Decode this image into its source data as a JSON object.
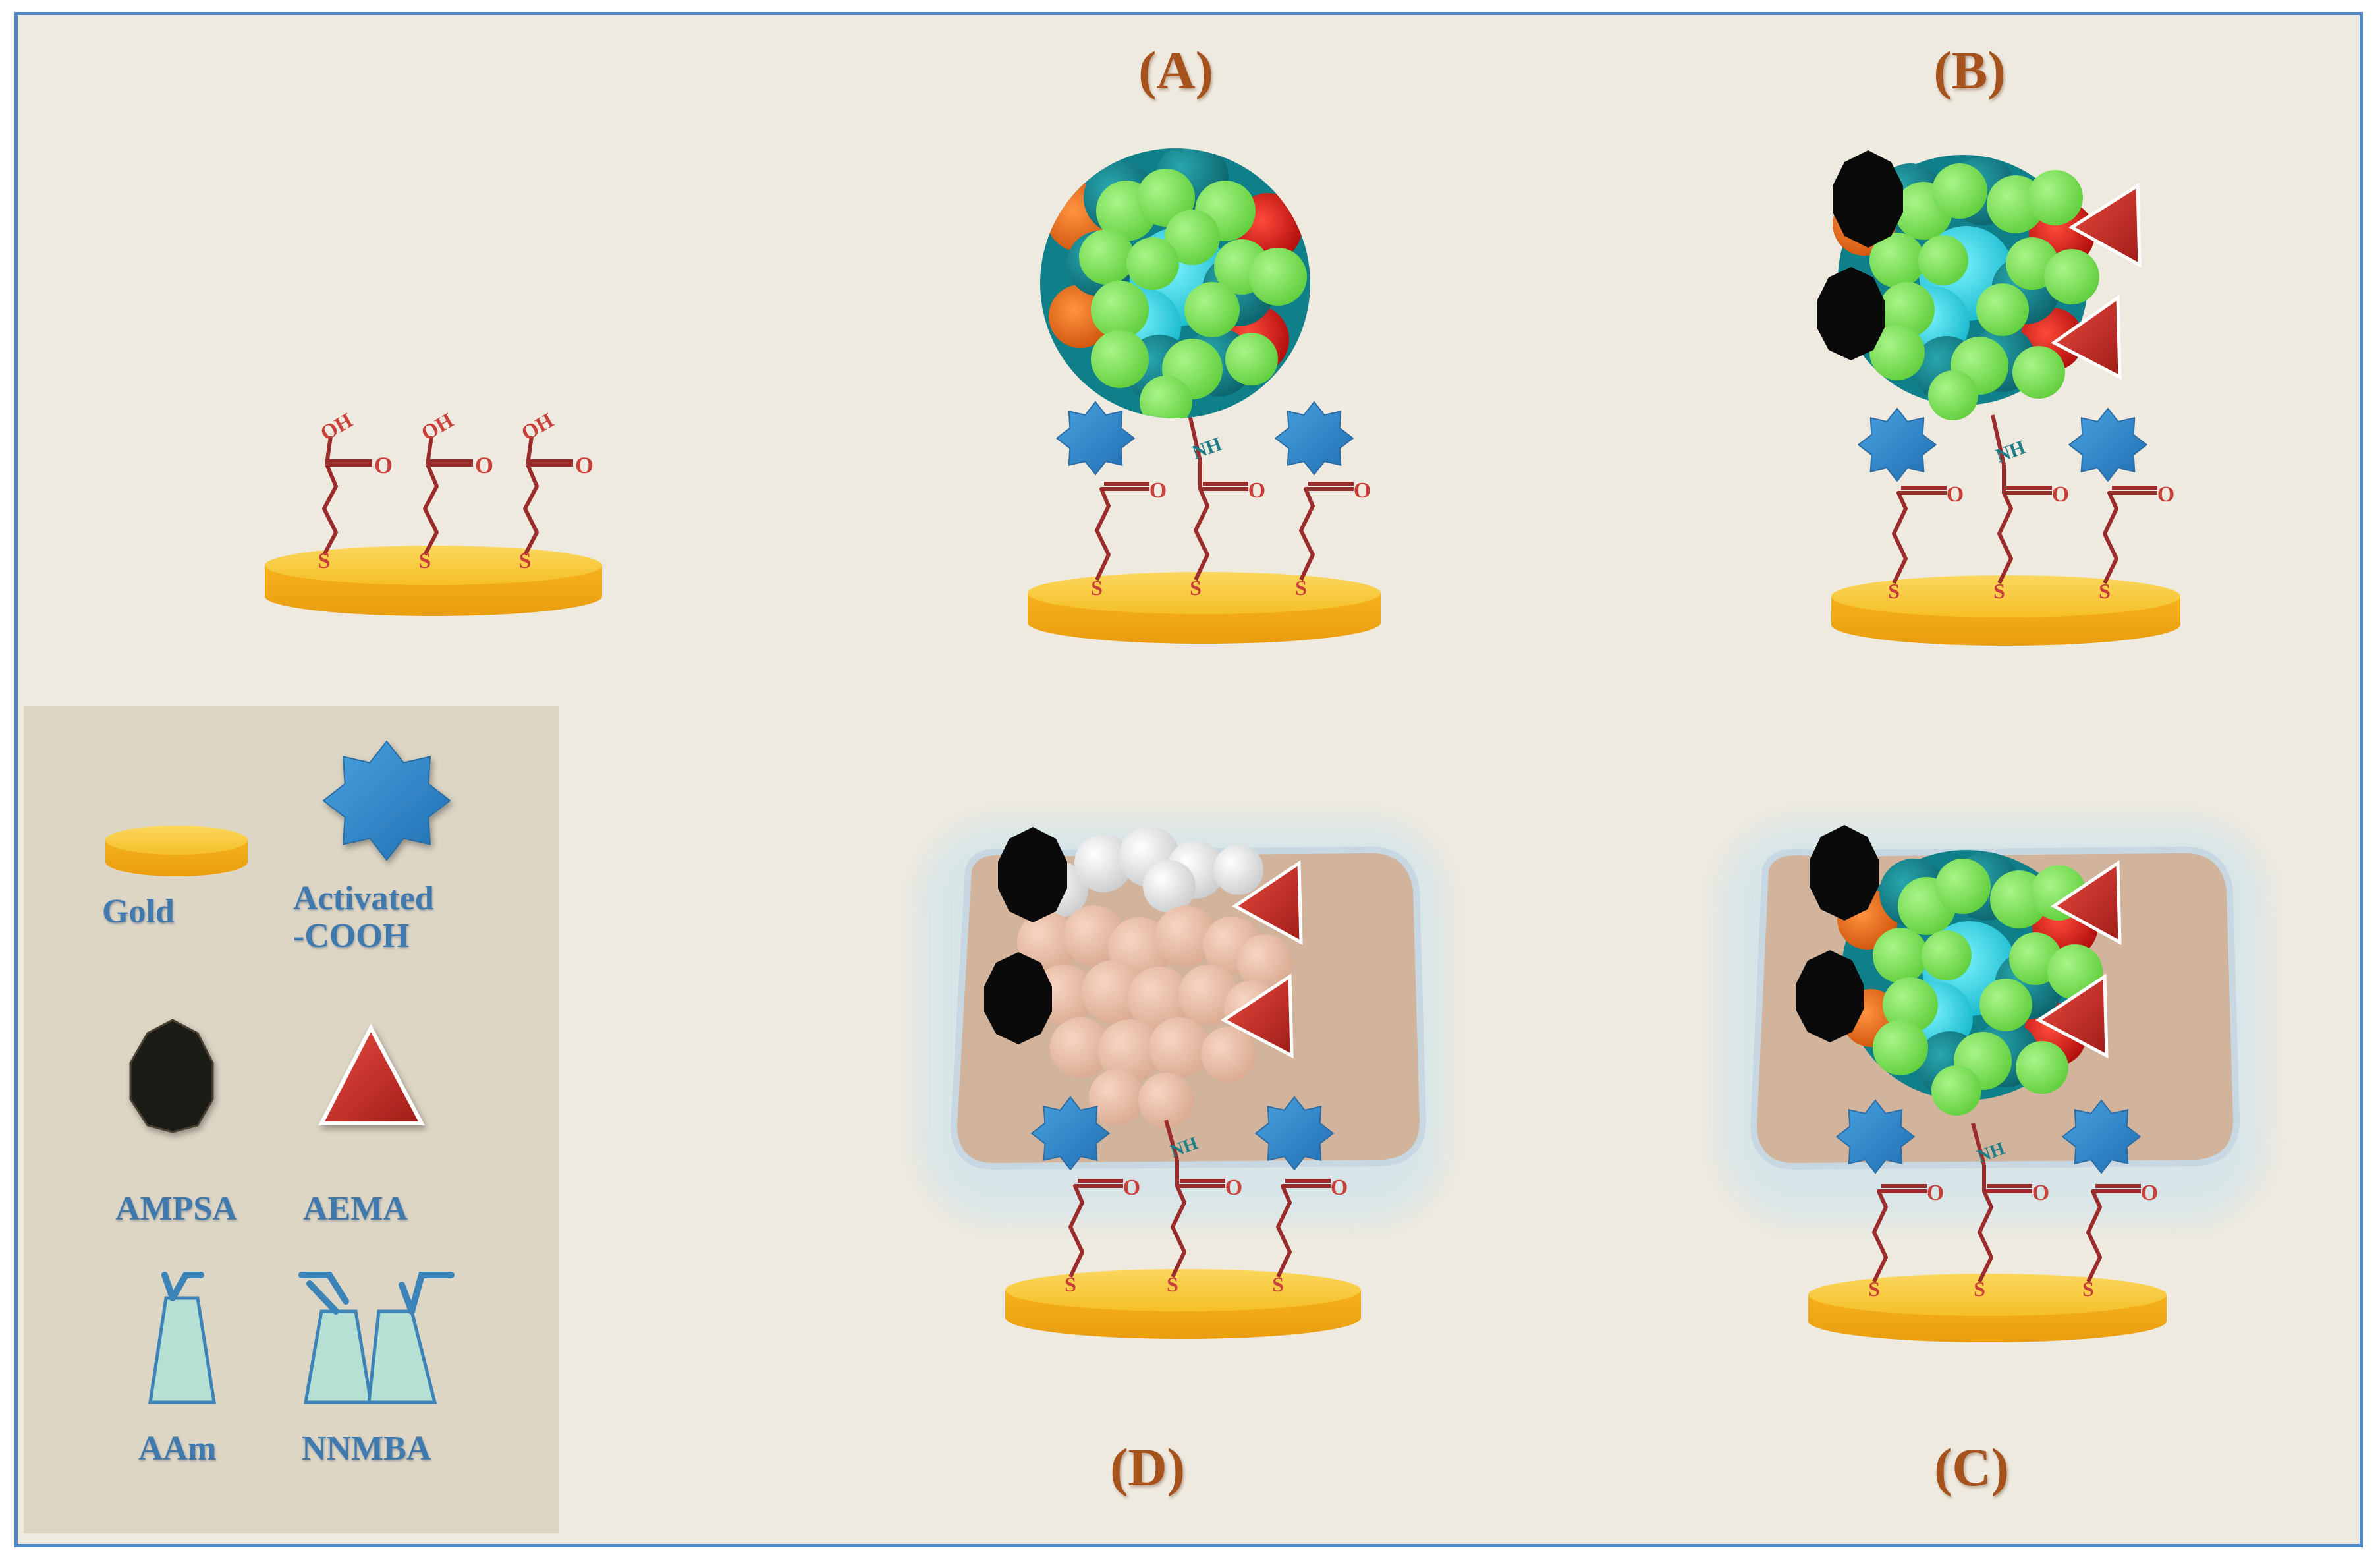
{
  "panels": {
    "A": "(A)",
    "B": "(B)",
    "C": "(C)",
    "D": "(D)"
  },
  "chem_labels": {
    "thiol": "S",
    "hydroxyl": "OH",
    "carbonyl": "O",
    "amide": "NH"
  },
  "legend": {
    "gold": "Gold",
    "activated_line1": "Activated",
    "activated_line2": "-COOH",
    "ampsa": "AMPSA",
    "aema": "AEMA",
    "aam": "AAm",
    "nnmba": "NNMBA"
  },
  "colors": {
    "background": "#efeadf",
    "legend_panel": "#ddd6c5",
    "border": "#4f88c4",
    "gold": "#f7c02a",
    "chain": "#9a2c2c",
    "activated": "#2f84c8",
    "protein_green": "#7ee05a",
    "protein_teal": "#0f7f8a",
    "protein_cyan": "#16cfe0",
    "protein_red": "#d8130f",
    "protein_orange": "#ec6a12",
    "ampsa": "#111111",
    "aema": "#c92f2a",
    "hydrogel": "#d2b49c",
    "label_text": "#a6521c",
    "legend_text": "#3f79ad"
  }
}
